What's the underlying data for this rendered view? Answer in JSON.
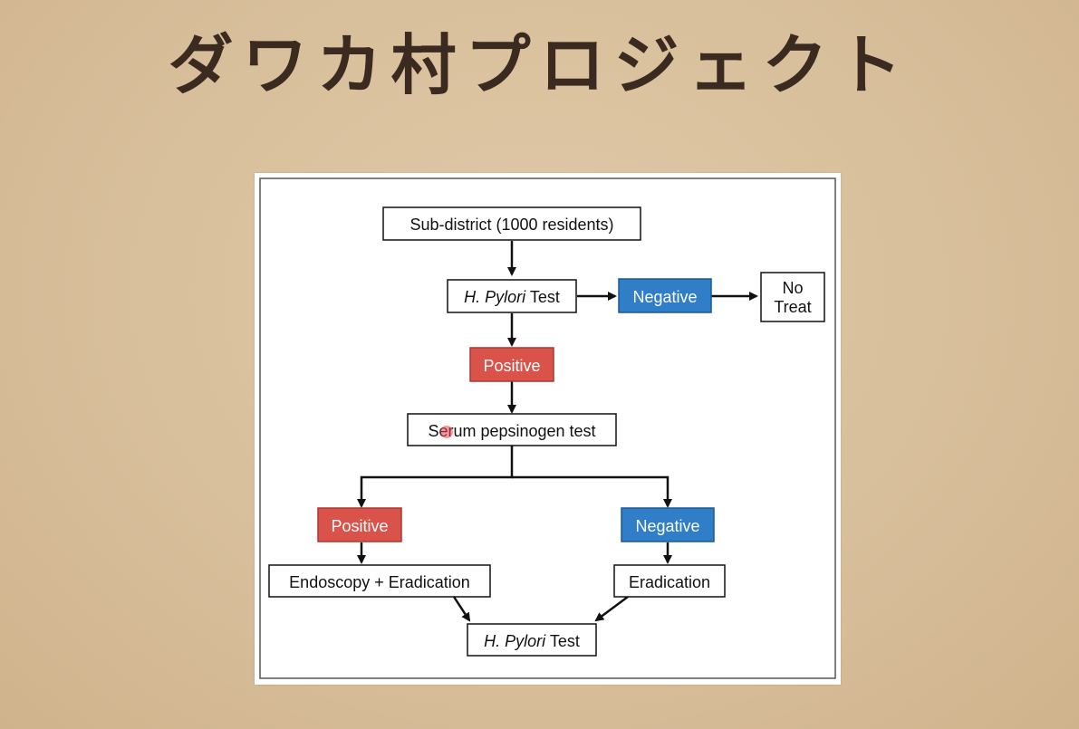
{
  "title": "ダワカ村プロジェクト",
  "colors": {
    "positive": "#d9534a",
    "negative": "#2f7ec7",
    "cursor": "#e8474f"
  },
  "flowchart": {
    "sub_district": "Sub-district (1000 residents)",
    "hp_test_1": {
      "italic": "H. Pylori",
      "rest": " Test"
    },
    "negative_1": "Negative",
    "no_treat_line1": "No",
    "no_treat_line2": "Treat",
    "positive_1": "Positive",
    "serum_test": "Serum pepsinogen test",
    "positive_2": "Positive",
    "negative_2": "Negative",
    "endoscopy": "Endoscopy + Eradication",
    "eradication": "Eradication",
    "hp_test_2": {
      "italic": "H. Pylori",
      "rest": " Test"
    }
  }
}
